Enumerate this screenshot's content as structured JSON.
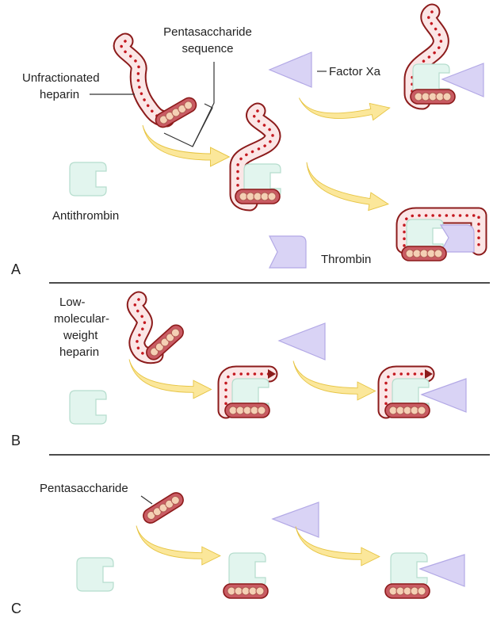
{
  "panels": [
    {
      "letter": "A"
    },
    {
      "letter": "B"
    },
    {
      "letter": "C"
    }
  ],
  "labels": {
    "pentasaccharide_sequence_line1": "Pentasaccharide",
    "pentasaccharide_sequence_line2": "sequence",
    "unfractionated_line1": "Unfractionated",
    "unfractionated_line2": "heparin",
    "factor_xa": "Factor Xa",
    "antithrombin": "Antithrombin",
    "thrombin": "Thrombin",
    "lmwh_line1": "Low-",
    "lmwh_line2": "molecular-",
    "lmwh_line3": "weight",
    "lmwh_line4": "heparin",
    "pentasaccharide": "Pentasaccharide"
  },
  "colors": {
    "heparin_chain": "#8c1b1b",
    "heparin_dots": "#c4181f",
    "antithrombin": "#e2f5ee",
    "enzyme": "#d9d3f5",
    "arrow": "#fbe79a"
  }
}
